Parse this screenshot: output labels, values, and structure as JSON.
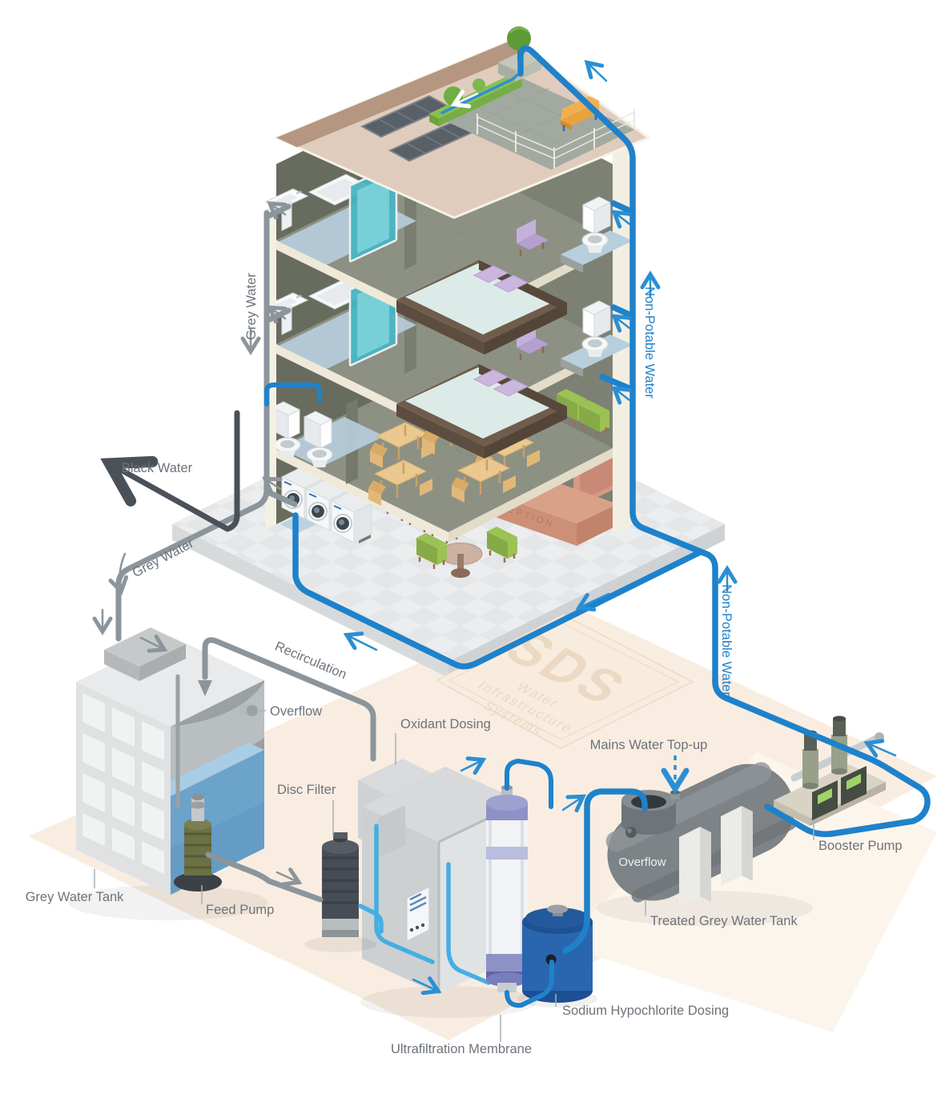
{
  "diagram": {
    "watermark": {
      "brand": "SDS",
      "line1": "Water",
      "line2": "Infrastructure",
      "line3": "Systems"
    },
    "labels": {
      "grey_water_vertical": "Grey Water",
      "black_water": "Black Water",
      "grey_water_diagonal": "Grey Water",
      "non_potable_building": "Non-Potable Water",
      "non_potable_supply": "Non-Potable Water",
      "recirculation": "Recirculation",
      "overflow_grey_tank": "Overflow",
      "oxidant_dosing": "Oxidant Dosing",
      "disc_filter": "Disc Filter",
      "grey_water_tank": "Grey Water Tank",
      "feed_pump": "Feed Pump",
      "ultrafiltration_membrane": "Ultrafiltration Membrane",
      "sodium_hypochlorite": "Sodium Hypochlorite Dosing",
      "mains_top_up": "Mains Water Top-up",
      "treated_tank": "Treated Grey Water Tank",
      "booster_pump": "Booster Pump",
      "overflow_treated_tank": "Overflow",
      "reception": "RECEPTION"
    },
    "colors": {
      "non_potable_pipe": "#1e82cb",
      "grey_water_pipe": "#8b959b",
      "black_water_pipe": "#4b5158",
      "label_text": "#6d737a",
      "blue_label_text": "#1d7fc9",
      "tank_water": "#6ba3cb"
    }
  }
}
